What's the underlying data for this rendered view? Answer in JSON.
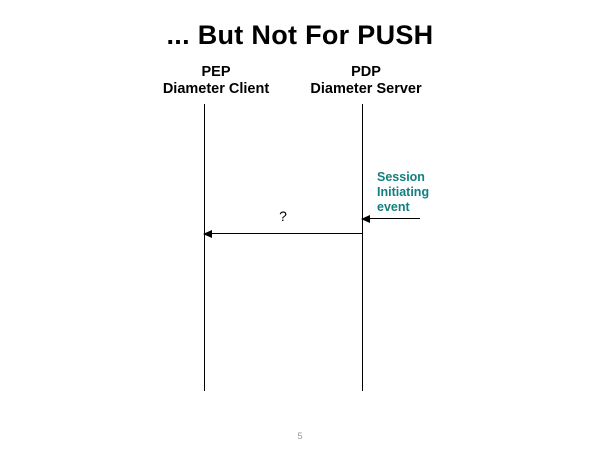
{
  "slide": {
    "title": "... But Not For PUSH",
    "page_number": "5",
    "accent_color": "#128080",
    "line_color": "#000000",
    "background": "#ffffff"
  },
  "actors": [
    {
      "id": "pep",
      "role": "PEP",
      "product": "Diameter Client"
    },
    {
      "id": "pdp",
      "role": "PDP",
      "product": "Diameter Server"
    }
  ],
  "messages": [
    {
      "id": "unknown-push-message",
      "label": "?",
      "from": "pdp",
      "to": "pep",
      "direction": "right-to-left"
    }
  ],
  "annotations": [
    {
      "id": "session-initiating-event",
      "lines": [
        "Session",
        "Initiating",
        "event"
      ],
      "color": "#128080",
      "target": "pdp"
    }
  ]
}
